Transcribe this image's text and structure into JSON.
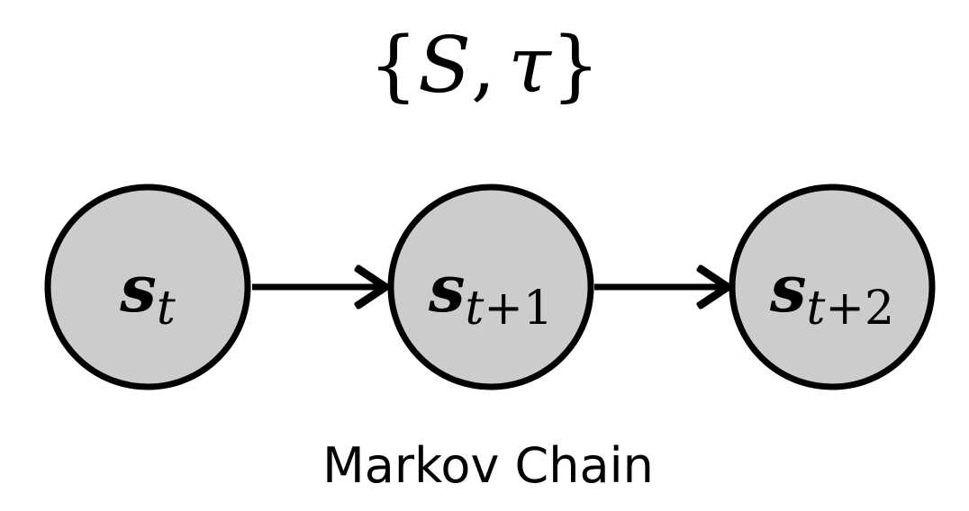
{
  "title": {
    "open_brace": "{",
    "set_symbol": "S",
    "separator": ",",
    "param_symbol": "τ",
    "close_brace": "}"
  },
  "nodes": [
    {
      "symbol": "s",
      "subscript_var": "t",
      "subscript_op": "",
      "subscript_num": ""
    },
    {
      "symbol": "s",
      "subscript_var": "t",
      "subscript_op": "+",
      "subscript_num": "1"
    },
    {
      "symbol": "s",
      "subscript_var": "t",
      "subscript_op": "+",
      "subscript_num": "2"
    }
  ],
  "caption": "Markov Chain",
  "colors": {
    "node_fill": "#cccccc",
    "stroke": "#000000",
    "background": "#ffffff"
  }
}
